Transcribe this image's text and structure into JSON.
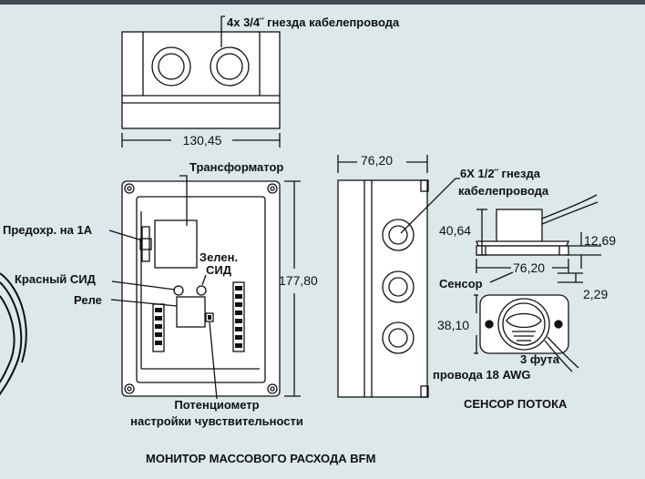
{
  "labels": {
    "conduit_4x": "4x 3/4˝ гнезда кабелепровода",
    "transformer": "Трансформатор",
    "fuse": "Предохр. на 1А",
    "green_led_1": "Зелен.",
    "green_led_2": "СИД",
    "red_led": "Красный СИД",
    "relay": "Реле",
    "pot_1": "Потенциометр",
    "pot_2": "настройки чувствительности",
    "conduit_6x_1": "6X 1/2˝ гнезда",
    "conduit_6x_2": "кабелепровода",
    "sensor": "Сенсор",
    "wire_1": "3 фута",
    "wire_2": "провода 18 AWG",
    "flow_sensor_title": "СЕНСОР ПОТОКА",
    "main_title": "МОНИТОР МАССОВОГО РАСХОДА BFM"
  },
  "dimensions": {
    "top_width": "130,45",
    "height": "177,80",
    "side_width": "76,20",
    "sensor_height": "40,64",
    "sensor_offset": "12,69",
    "sensor_width": "76,20",
    "sensor_gap": "2,29",
    "sensor_bottom_height": "38,10"
  }
}
